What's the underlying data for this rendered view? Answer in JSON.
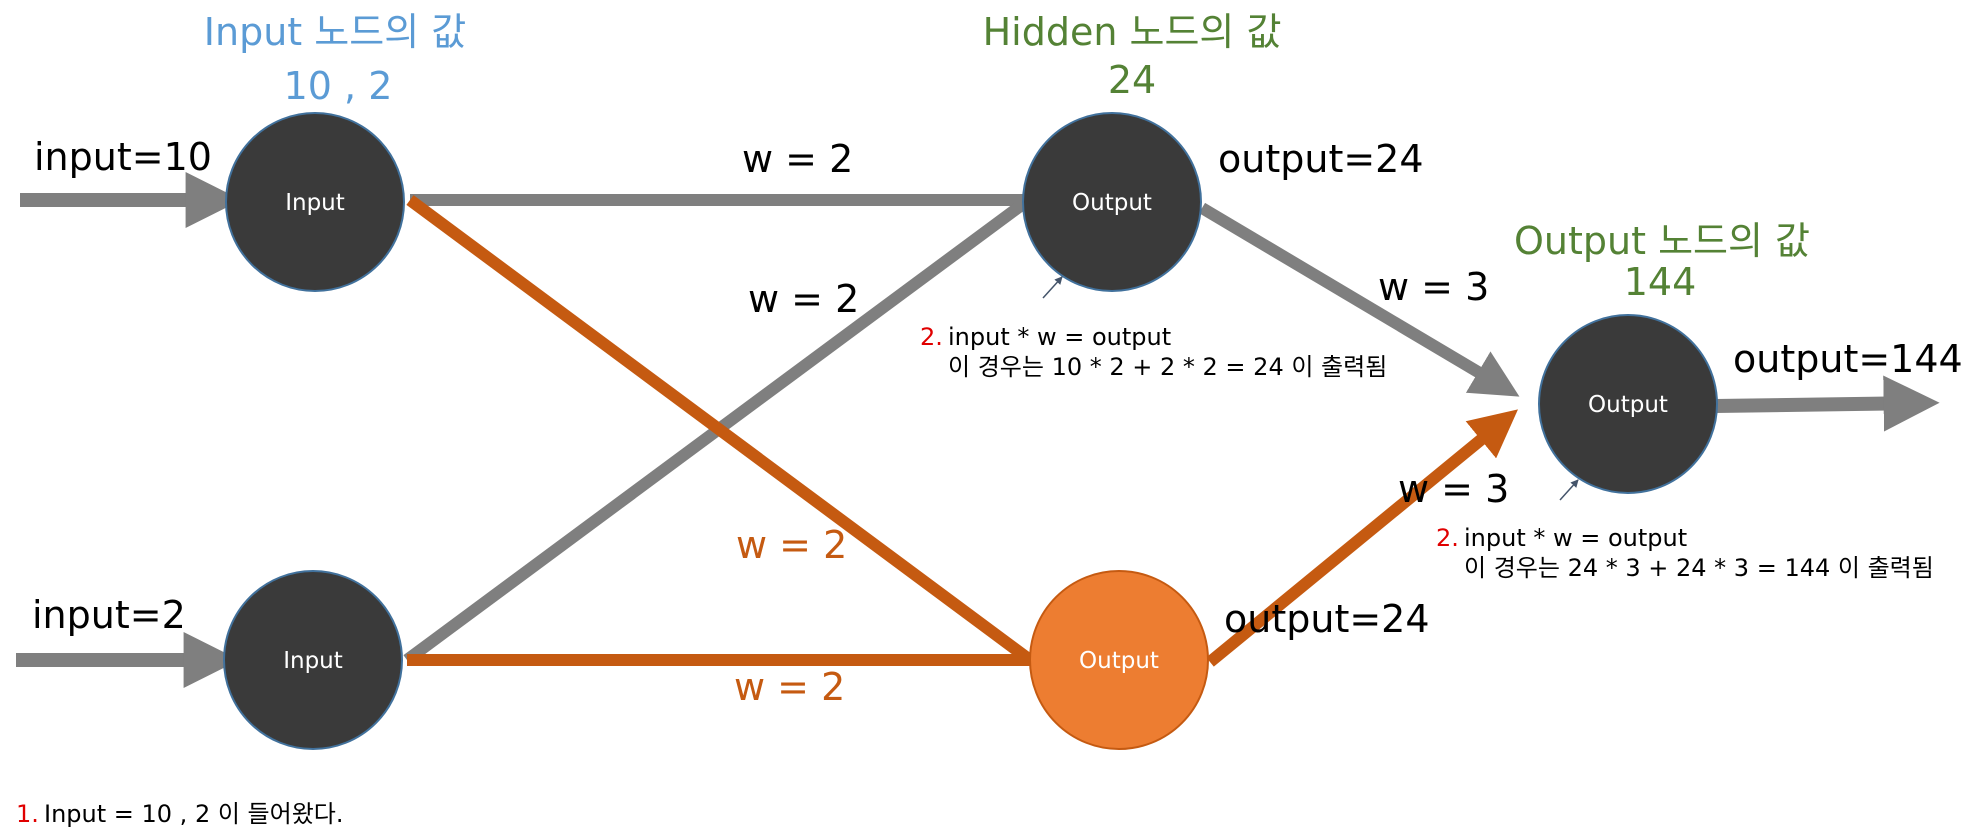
{
  "colors": {
    "edge_gray": "#7f7f7f",
    "edge_orange": "#c55a11",
    "node_dark": "#3a3a3a",
    "node_orange": "#ed7d31",
    "node_border": "#41719c",
    "input_header": "#5b9bd5",
    "hidden_header": "#548235",
    "step_number": "#e00000",
    "text": "#000000",
    "node_text": "#ffffff"
  },
  "headers": {
    "input": {
      "title": "Input 노드의 값",
      "value": "10 , 2"
    },
    "hidden": {
      "title": "Hidden 노드의 값",
      "value": "24"
    },
    "output": {
      "title": "Output 노드의 값",
      "value": "144"
    }
  },
  "nodes": {
    "input_top": "Input",
    "input_bottom": "Input",
    "hidden_top": "Output",
    "hidden_bottom": "Output",
    "output_final": "Output"
  },
  "labels": {
    "input_top": "input=10",
    "input_bottom": "input=2",
    "hidden_top_output": "output=24",
    "hidden_bottom_output": "output=24",
    "final_output": "output=144",
    "w_top_straight": "w = 2",
    "w_cross_gray": "w = 2",
    "w_cross_orange": "w = 2",
    "w_bottom_straight": "w = 2",
    "w_hidden_top_to_out": "w = 3",
    "w_hidden_bottom_to_out": "w = 3"
  },
  "notes": {
    "hidden": {
      "number": "2.",
      "line1": "input * w = output",
      "line2": "이 경우는 10 * 2 + 2 * 2 = 24 이 출력됨"
    },
    "output": {
      "number": "2.",
      "line1": "input * w = output",
      "line2": "이 경우는 24 * 3 + 24 * 3 = 144 이 출력됨"
    },
    "step1": {
      "number": "1.",
      "text": "Input = 10 , 2 이 들어왔다."
    }
  }
}
